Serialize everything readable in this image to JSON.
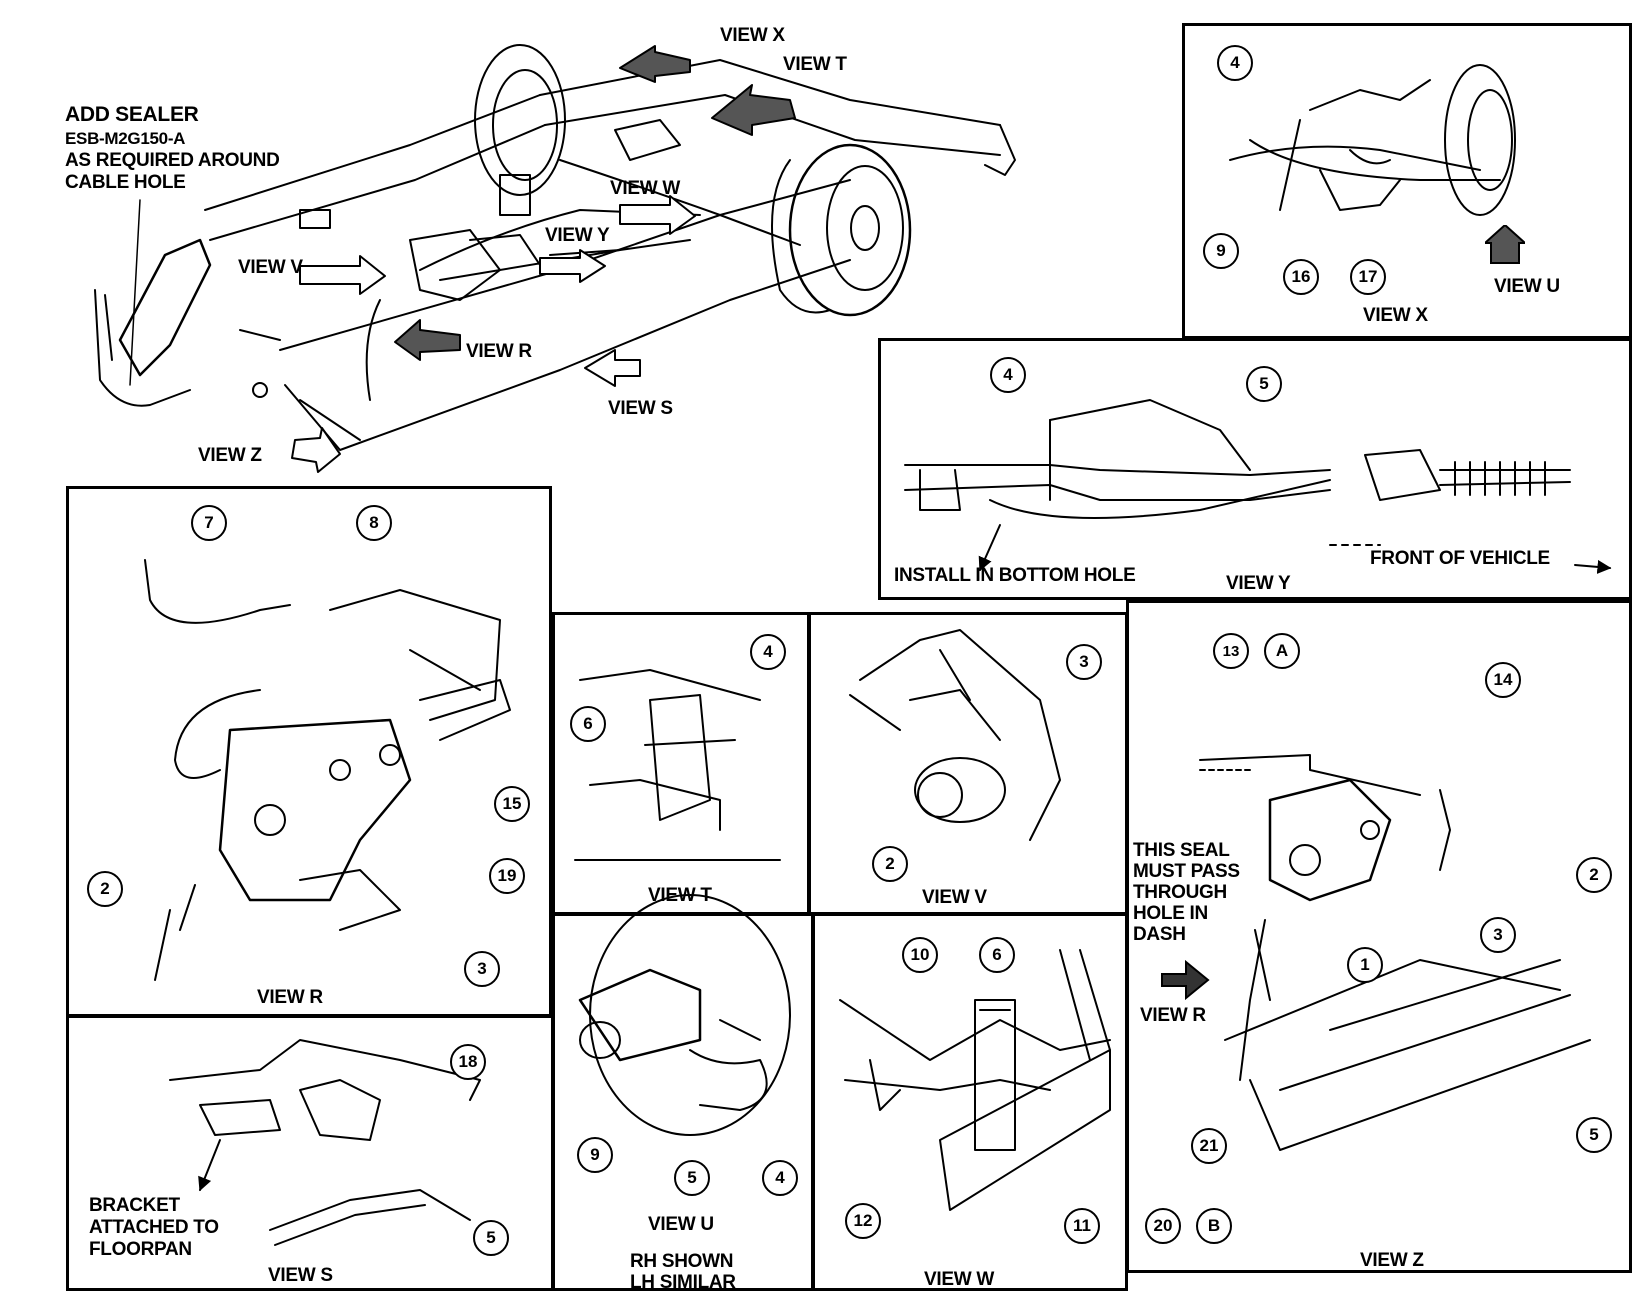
{
  "overview": {
    "sealer_note": [
      "ADD SEALER",
      "ESB-M2G150-A",
      "AS REQUIRED AROUND",
      "CABLE HOLE"
    ],
    "view_arrows": {
      "x": "VIEW X",
      "t": "VIEW T",
      "w": "VIEW W",
      "y": "VIEW Y",
      "v": "VIEW V",
      "r": "VIEW R",
      "s": "VIEW S",
      "z": "VIEW Z"
    }
  },
  "view_x": {
    "title": "VIEW X",
    "arrow": "VIEW U",
    "callouts": [
      "4",
      "9",
      "16",
      "17"
    ]
  },
  "view_y": {
    "title": "VIEW Y",
    "note": "INSTALL IN BOTTOM HOLE",
    "front": "FRONT OF VEHICLE",
    "callouts": [
      "4",
      "5"
    ]
  },
  "view_r": {
    "title": "VIEW R",
    "callouts": [
      "7",
      "8",
      "15",
      "19",
      "2",
      "3"
    ]
  },
  "view_t": {
    "title": "VIEW T",
    "callouts": [
      "4",
      "6"
    ]
  },
  "view_v": {
    "title": "VIEW V",
    "callouts": [
      "3",
      "2"
    ]
  },
  "view_z": {
    "title": "VIEW Z",
    "seal_note": [
      "THIS SEAL",
      "MUST PASS",
      "THROUGH",
      "HOLE IN",
      "DASH"
    ],
    "arrow": "VIEW R",
    "callouts": [
      "13",
      "A",
      "14",
      "2",
      "3",
      "1",
      "5",
      "21",
      "20",
      "B"
    ]
  },
  "view_s": {
    "title": "VIEW S",
    "note": [
      "BRACKET",
      "ATTACHED TO",
      "FLOORPAN"
    ],
    "callouts": [
      "18",
      "5"
    ]
  },
  "view_u": {
    "title": "VIEW U",
    "sub": [
      "RH SHOWN",
      "LH SIMILAR"
    ],
    "callouts": [
      "9",
      "5",
      "4"
    ]
  },
  "view_w": {
    "title": "VIEW W",
    "callouts": [
      "10",
      "6",
      "12",
      "11"
    ]
  }
}
